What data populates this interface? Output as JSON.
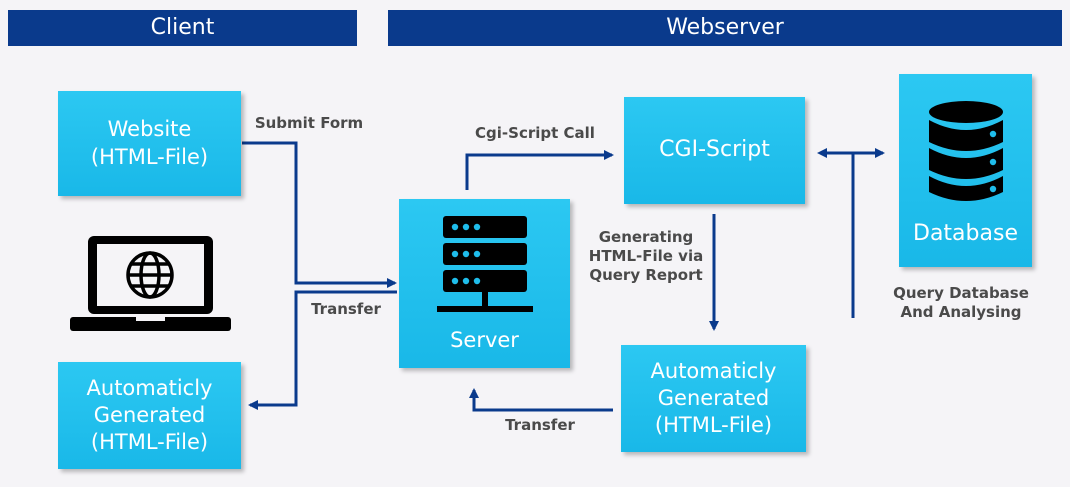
{
  "headers": {
    "client": "Client",
    "webserver": "Webserver"
  },
  "nodes": {
    "website": "Website\n(HTML-File)",
    "auto_client": "Automaticly\nGenerated\n(HTML-File)",
    "server": "Server",
    "cgi_script": "CGI-Script",
    "auto_server": "Automaticly\nGenerated\n(HTML-File)",
    "database": "Database"
  },
  "edge_labels": {
    "submit_form": "Submit Form",
    "transfer_left": "Transfer",
    "cgi_call": "Cgi-Script Call",
    "generating": "Generating\nHTML-File via\nQuery Report",
    "transfer_bottom": "Transfer",
    "query_db": "Query Database\nAnd Analysing"
  },
  "icons": {
    "laptop": "laptop-globe-icon",
    "server": "server-rack-icon",
    "database": "database-icon"
  },
  "colors": {
    "header_bg": "#0a3a8c",
    "box_fill": "#1fbdeb",
    "arrow": "#0a3a8c",
    "label_text": "#4a4a4a"
  }
}
